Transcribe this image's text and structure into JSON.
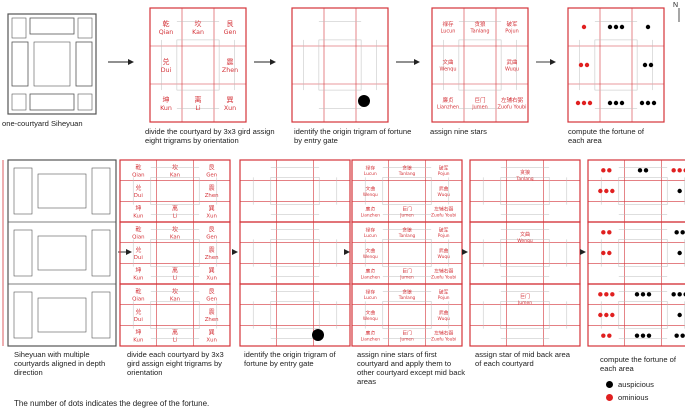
{
  "captions": {
    "top": [
      "one-courtyard Siheyuan",
      "divide the courtyard by 3x3 gird assign eight trigrams by orientation",
      "identify the origin trigram of fortune by entry gate",
      "assign nine stars",
      "compute the fortune of each area"
    ],
    "bottom": [
      "Siheyuan with multiple courtyards aligned in depth direction",
      "divide each courtyard by 3x3 gird assign eight trigrams by orientation",
      "identify the origin trigram of fortune by entry gate",
      "assign nine stars of first courtyard and apply them to other courtyard except mid back areas",
      "assign star of mid back area of each courtyard",
      "compute the fortune of each area"
    ]
  },
  "north_label": "N",
  "trigrams": [
    [
      "乾",
      "Qian"
    ],
    [
      "坎",
      "Kan"
    ],
    [
      "艮",
      "Gen"
    ],
    [
      "兑",
      "Dui"
    ],
    [
      "",
      ""
    ],
    [
      "震",
      "Zhen"
    ],
    [
      "坤",
      "Kun"
    ],
    [
      "离",
      "Li"
    ],
    [
      "巽",
      "Xun"
    ]
  ],
  "stars": [
    [
      "禄存",
      "Lucun"
    ],
    [
      "贪狼",
      "Tanlang"
    ],
    [
      "破军",
      "Pojun"
    ],
    [
      "文曲",
      "Wenqu"
    ],
    [
      "",
      ""
    ],
    [
      "武曲",
      "Wuqu"
    ],
    [
      "廉贞",
      "Lianzhen"
    ],
    [
      "巨门",
      "Jumen"
    ],
    [
      "左辅右弼",
      "Zuofu Youbi"
    ]
  ],
  "legend": {
    "auspicious": "auspicious",
    "ominous": "ominious",
    "auspicious_color": "#000000",
    "ominous_color": "#e02020"
  },
  "footnote": "The number of dots indicates the degree of the fortune.",
  "colors": {
    "grid": "#d4343a",
    "plan": "#555555",
    "dot_black": "#000000",
    "dot_red": "#e02020"
  }
}
